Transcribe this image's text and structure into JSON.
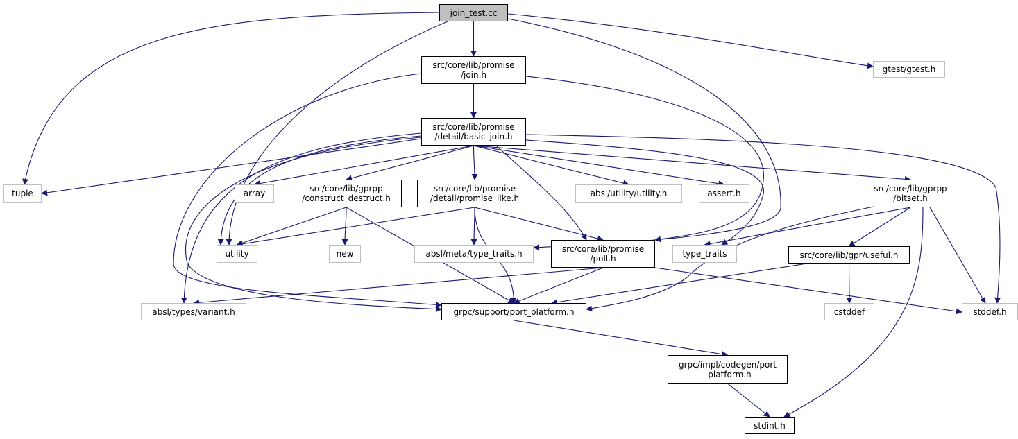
{
  "colors": {
    "edge": "#191970",
    "node_border": "#000000",
    "external_border": "#bfbfbf",
    "root_fill": "#bfbfbf"
  },
  "nodes": {
    "join_test": {
      "label": "join_test.cc"
    },
    "join": {
      "label": "src/core/lib/promise\n/join.h"
    },
    "gtest": {
      "label": "gtest/gtest.h"
    },
    "basic_join": {
      "label": "src/core/lib/promise\n/detail/basic_join.h"
    },
    "tuple": {
      "label": "tuple"
    },
    "array": {
      "label": "array"
    },
    "construct_destruct": {
      "label": "src/core/lib/gprpp\n/construct_destruct.h"
    },
    "promise_like": {
      "label": "src/core/lib/promise\n/detail/promise_like.h"
    },
    "absl_utility": {
      "label": "absl/utility/utility.h"
    },
    "assert": {
      "label": "assert.h"
    },
    "bitset": {
      "label": "src/core/lib/gprpp\n/bitset.h"
    },
    "utility": {
      "label": "utility"
    },
    "new": {
      "label": "new"
    },
    "absl_type_traits": {
      "label": "absl/meta/type_traits.h"
    },
    "poll": {
      "label": "src/core/lib/promise\n/poll.h"
    },
    "type_traits": {
      "label": "type_traits"
    },
    "useful": {
      "label": "src/core/lib/gpr/useful.h"
    },
    "absl_variant": {
      "label": "absl/types/variant.h"
    },
    "port_platform": {
      "label": "grpc/support/port_platform.h"
    },
    "cstddef": {
      "label": "cstddef"
    },
    "stddef": {
      "label": "stddef.h"
    },
    "codegen_port_platform": {
      "label": "grpc/impl/codegen/port\n_platform.h"
    },
    "stdint": {
      "label": "stdint.h"
    }
  },
  "edges": [
    [
      "join_test",
      "join"
    ],
    [
      "join_test",
      "tuple"
    ],
    [
      "join_test",
      "utility"
    ],
    [
      "join_test",
      "gtest"
    ],
    [
      "join_test",
      "absl_type_traits"
    ],
    [
      "join",
      "basic_join"
    ],
    [
      "join",
      "port_platform"
    ],
    [
      "join",
      "poll"
    ],
    [
      "basic_join",
      "tuple"
    ],
    [
      "basic_join",
      "array"
    ],
    [
      "basic_join",
      "construct_destruct"
    ],
    [
      "basic_join",
      "promise_like"
    ],
    [
      "basic_join",
      "absl_utility"
    ],
    [
      "basic_join",
      "assert"
    ],
    [
      "basic_join",
      "bitset"
    ],
    [
      "basic_join",
      "utility"
    ],
    [
      "basic_join",
      "type_traits"
    ],
    [
      "basic_join",
      "poll"
    ],
    [
      "basic_join",
      "absl_variant"
    ],
    [
      "basic_join",
      "port_platform"
    ],
    [
      "basic_join",
      "stddef"
    ],
    [
      "construct_destruct",
      "utility"
    ],
    [
      "construct_destruct",
      "new"
    ],
    [
      "construct_destruct",
      "port_platform"
    ],
    [
      "promise_like",
      "utility"
    ],
    [
      "promise_like",
      "absl_type_traits"
    ],
    [
      "promise_like",
      "poll"
    ],
    [
      "promise_like",
      "port_platform"
    ],
    [
      "poll",
      "absl_variant"
    ],
    [
      "poll",
      "port_platform"
    ],
    [
      "poll",
      "stddef"
    ],
    [
      "bitset",
      "type_traits"
    ],
    [
      "bitset",
      "useful"
    ],
    [
      "bitset",
      "port_platform"
    ],
    [
      "bitset",
      "stdint"
    ],
    [
      "bitset",
      "stddef"
    ],
    [
      "useful",
      "port_platform"
    ],
    [
      "useful",
      "cstddef"
    ],
    [
      "port_platform",
      "codegen_port_platform"
    ],
    [
      "codegen_port_platform",
      "stdint"
    ]
  ]
}
